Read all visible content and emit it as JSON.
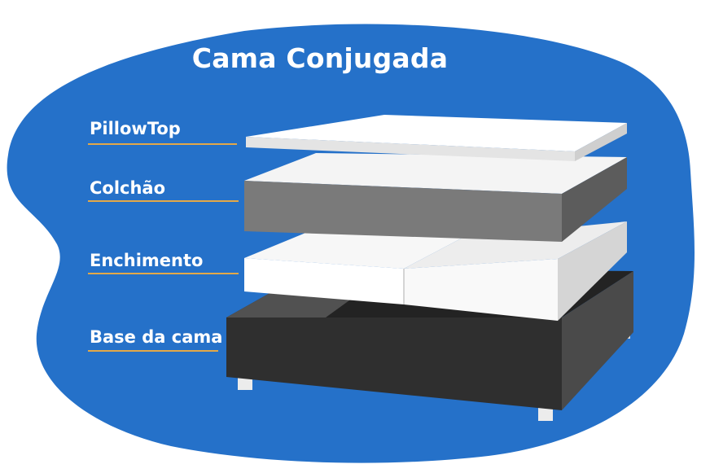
{
  "title": "Cama Conjugada",
  "layers": [
    {
      "key": "pillowtop",
      "label": "PillowTop"
    },
    {
      "key": "colchao",
      "label": "Colchão"
    },
    {
      "key": "enchimento",
      "label": "Enchimento"
    },
    {
      "key": "base",
      "label": "Base da cama"
    }
  ],
  "colors": {
    "background_blob": "#2571c9",
    "label_underline": "#e3a848",
    "pillowtop": "#f2f2f2",
    "mattress_side": "#7a7a7a",
    "base_top": "#4f4f4f",
    "base_side": "#2f2f2f"
  }
}
